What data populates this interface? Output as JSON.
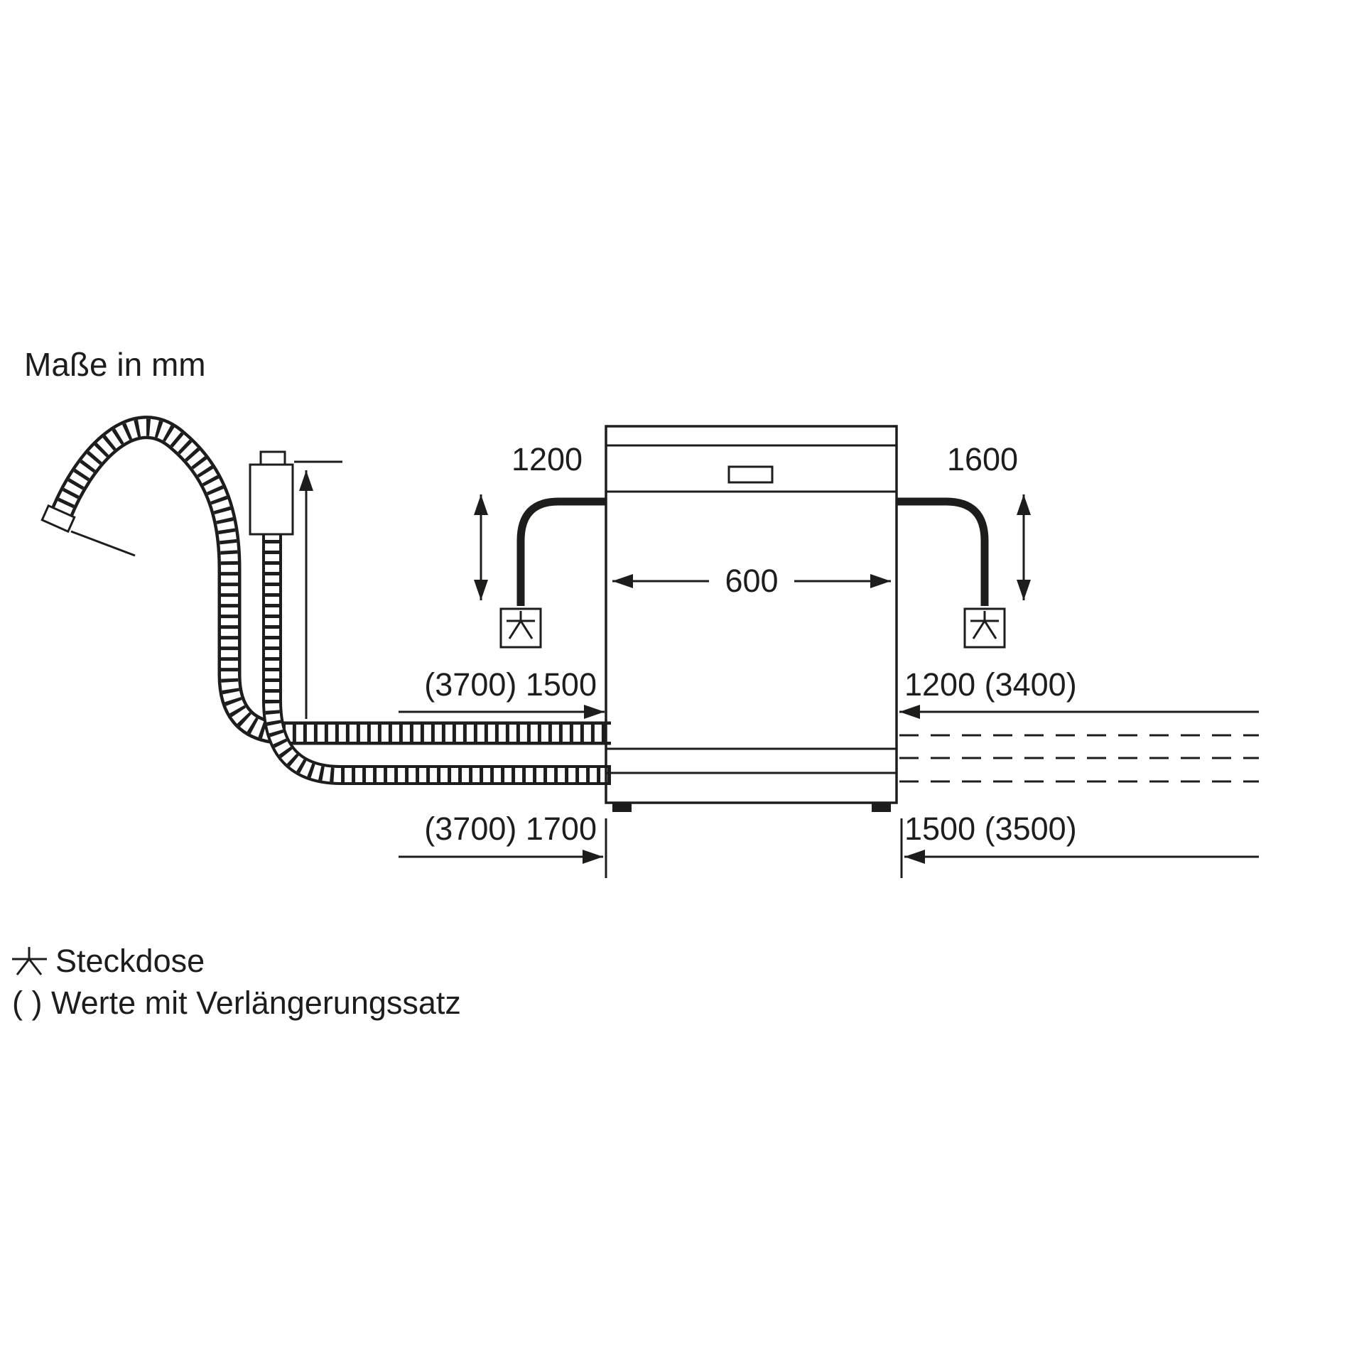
{
  "title": "Maße in mm",
  "dimensions": {
    "cable_left": "1200",
    "cable_right": "1600",
    "appliance_width": "600",
    "hose_left_upper": "(3700) 1500",
    "hose_right_upper": "1200 (3400)",
    "hose_left_lower": "(3700) 1700",
    "hose_right_lower": "1500 (3500)"
  },
  "legend": {
    "socket": "Steckdose",
    "extension_values": "( ) Werte mit Verlängerungssatz"
  },
  "icons": {
    "socket": "socket-symbol"
  },
  "colors": {
    "ink": "#1d1d1b",
    "background": "#ffffff"
  }
}
